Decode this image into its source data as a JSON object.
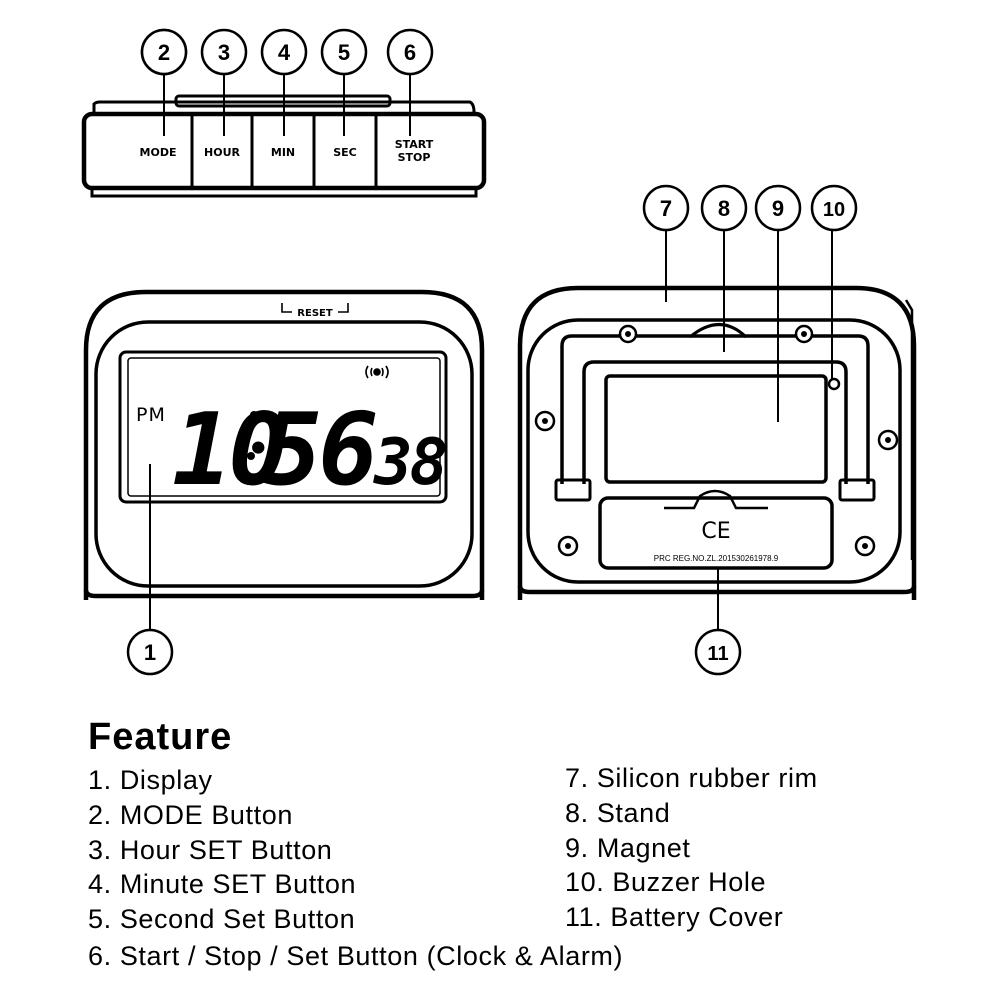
{
  "buttons": {
    "mode": "MODE",
    "hour": "HOUR",
    "min": "MIN",
    "sec": "SEC",
    "start": "START",
    "stop": "STOP"
  },
  "callouts": [
    "1",
    "2",
    "3",
    "4",
    "5",
    "6",
    "7",
    "8",
    "9",
    "10",
    "11"
  ],
  "display": {
    "pm": "PM",
    "hours": "10",
    "minutes": "56",
    "seconds": "38"
  },
  "reset_label": "RESET",
  "back": {
    "ce_mark": "CE",
    "reg_text": "PRC REG.NO.ZL.201530261978.9"
  },
  "feature": {
    "title": "Feature",
    "left_items": [
      "1. Display",
      "2. MODE Button",
      "3. Hour SET Button",
      "4. Minute SET Button",
      "5. Second Set Button"
    ],
    "right_items": [
      "7. Silicon rubber rim",
      "8. Stand",
      "9. Magnet",
      "10. Buzzer Hole",
      "11. Battery Cover"
    ],
    "last_item": "6. Start / Stop / Set Button (Clock & Alarm)"
  }
}
